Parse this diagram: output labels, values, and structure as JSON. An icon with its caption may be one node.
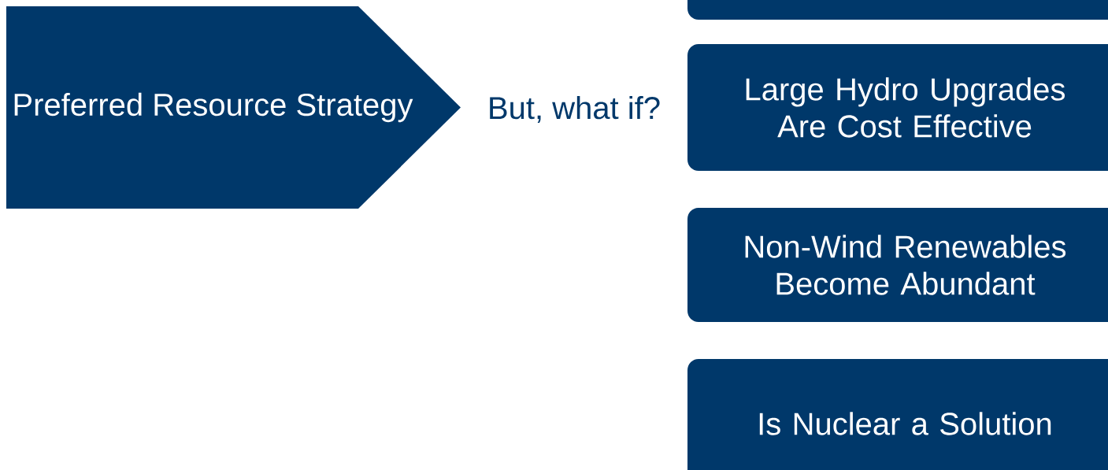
{
  "diagram": {
    "nodes": [
      {
        "text": [
          "Preferred Resource Strategy"
        ]
      },
      {
        "text": [],
        "shape": "box"
      },
      {
        "text": [
          "Large Hydro Upgrades Are Cost Effective"
        ]
      },
      {
        "text": [
          "Non-Wind Renewables Become Abundant"
        ]
      },
      {
        "text": [
          "Is Nuclear a Solution"
        ]
      }
    ],
    "labels": [
      "But, what if?"
    ]
  }
}
